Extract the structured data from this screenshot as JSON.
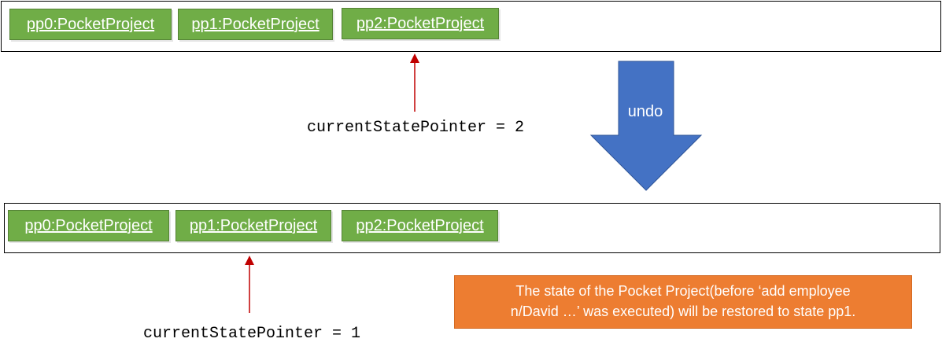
{
  "before": {
    "states": [
      "pp0:PocketProject",
      "pp1:PocketProject",
      "pp2:PocketProject"
    ],
    "pointer_label": "currentStatePointer = 2"
  },
  "transition": {
    "label": "undo"
  },
  "after": {
    "states": [
      "pp0:PocketProject",
      "pp1:PocketProject",
      "pp2:PocketProject"
    ],
    "pointer_label": "currentStatePointer = 1"
  },
  "note": {
    "line1": "The state of the Pocket Project(before ‘add employee",
    "line2": "n/David …’ was executed) will be restored to state pp1."
  },
  "colors": {
    "state_fill": "#70ad47",
    "pointer_arrow": "#c00000",
    "undo_arrow": "#4472c4",
    "note_fill": "#ed7d31"
  }
}
